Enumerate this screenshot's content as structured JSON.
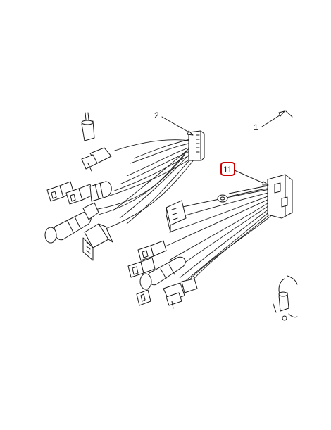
{
  "diagram": {
    "callouts": [
      {
        "id": "c1",
        "label": "1"
      },
      {
        "id": "c2",
        "label": "2"
      },
      {
        "id": "c11",
        "label": "11",
        "highlighted": true
      }
    ],
    "highlight_color": "#cc0000"
  }
}
